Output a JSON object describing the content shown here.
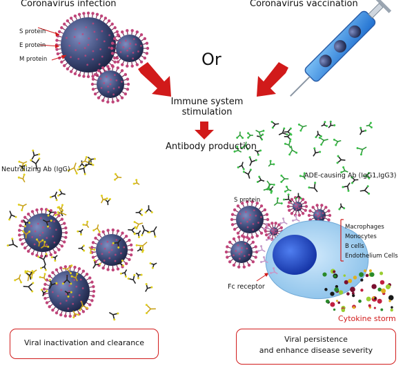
{
  "top": {
    "infection_title": "Coronavirus infection",
    "vaccination_title": "Coronavirus vaccination",
    "or_label": "Or",
    "proteins": [
      "S protein",
      "E protein",
      "M protein"
    ]
  },
  "middle": {
    "immune_line1": "Immune system",
    "immune_line2": "stimulation",
    "antibody": "Antibody production"
  },
  "left": {
    "nab_label": "Neutralizing Ab (IgG)",
    "outcome": "Viral inactivation and clearance"
  },
  "right": {
    "ade_label": "ADE-causing Ab (IgG1,IgG3)",
    "s_protein": "S protein",
    "cells": [
      "Macrophages",
      "Monocytes",
      "B cells",
      "Endothelium Cells"
    ],
    "fc_receptor": "Fc receptor",
    "cytokine": "Cytokine storm",
    "outcome_line1": "Viral persistence",
    "outcome_line2": "and enhance disease severity"
  },
  "colors": {
    "accent_red": "#d11a1a",
    "virus_body": "#3d4a78",
    "spike": "#c0457a",
    "cell_blue": "#a8d4f2",
    "nucleus": "#1f4fcf",
    "syringe_liquid": "#3a8fe0"
  }
}
